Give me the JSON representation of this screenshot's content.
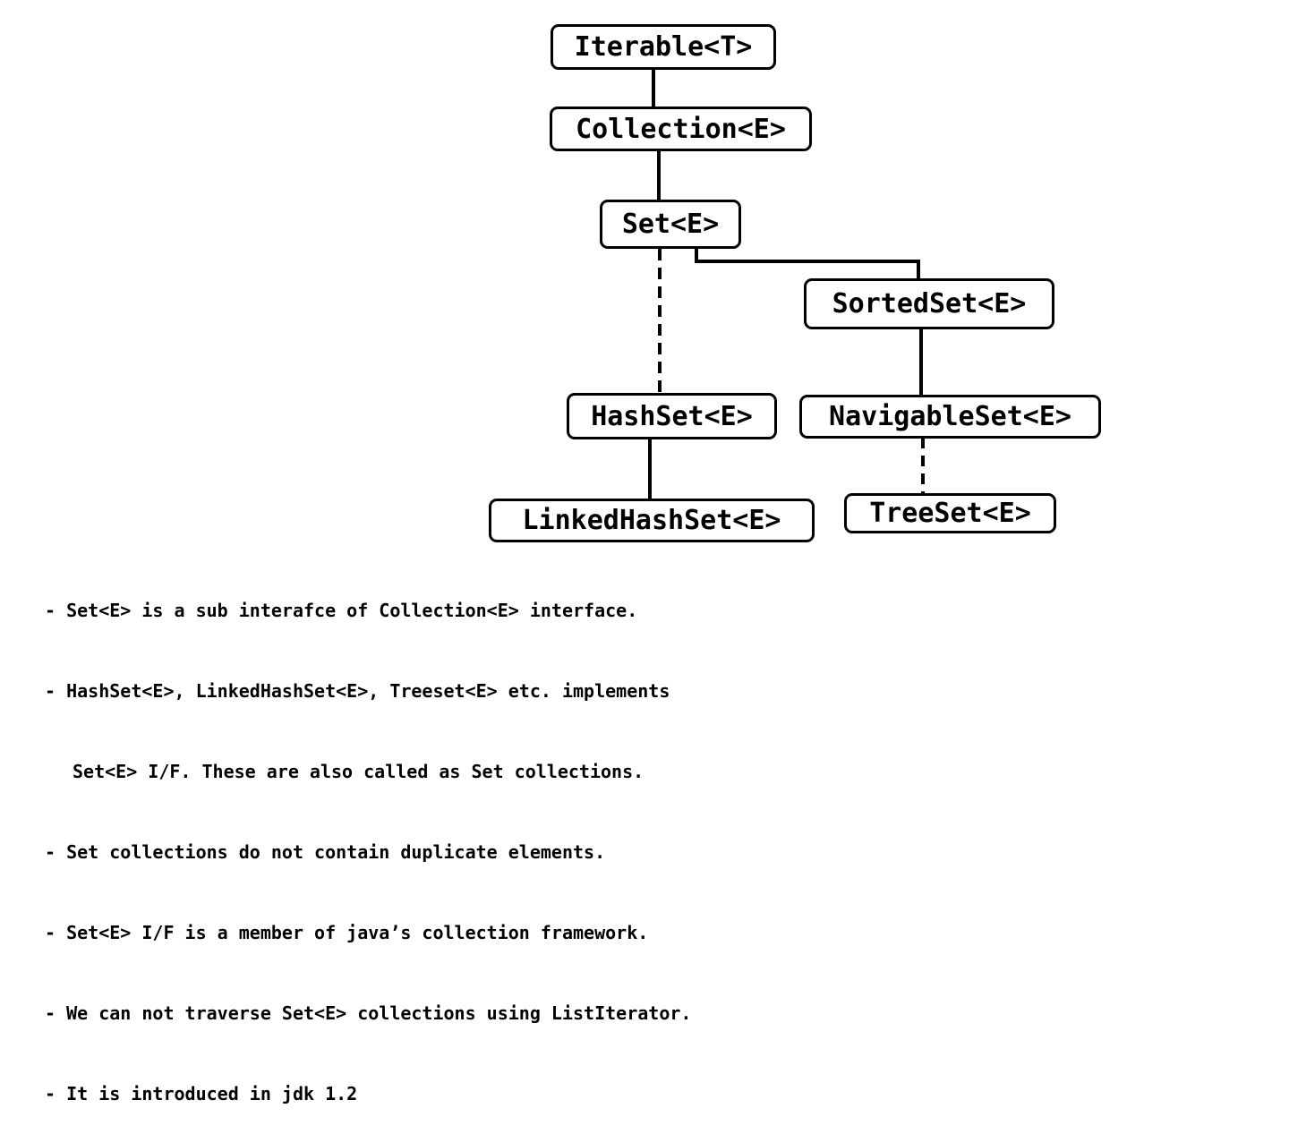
{
  "diagram": {
    "nodes": {
      "iterable": "Iterable<T>",
      "collection": "Collection<E>",
      "set": "Set<E>",
      "sortedset": "SortedSet<E>",
      "hashset": "HashSet<E>",
      "navigableset": "NavigableSet<E>",
      "linkedhashset": "LinkedHashSet<E>",
      "treeset": "TreeSet<E>"
    },
    "edges": [
      {
        "from": "Iterable<T>",
        "to": "Collection<E>",
        "style": "solid"
      },
      {
        "from": "Collection<E>",
        "to": "Set<E>",
        "style": "solid"
      },
      {
        "from": "Set<E>",
        "to": "HashSet<E>",
        "style": "dashed"
      },
      {
        "from": "Set<E>",
        "to": "SortedSet<E>",
        "style": "solid"
      },
      {
        "from": "SortedSet<E>",
        "to": "NavigableSet<E>",
        "style": "solid"
      },
      {
        "from": "HashSet<E>",
        "to": "LinkedHashSet<E>",
        "style": "solid"
      },
      {
        "from": "NavigableSet<E>",
        "to": "TreeSet<E>",
        "style": "dashed"
      }
    ]
  },
  "notes": [
    "- Set<E> is a sub interafce of Collection<E> interface.",
    "- HashSet<E>, LinkedHashSet<E>, Treeset<E> etc. implements",
    "Set<E> I/F. These are also called as Set collections.",
    "- Set collections do not contain duplicate elements.",
    "- Set<E> I/F is a member of java’s collection framework.",
    "- We can not traverse Set<E> collections using ListIterator.",
    "- It is introduced in jdk 1.2"
  ]
}
